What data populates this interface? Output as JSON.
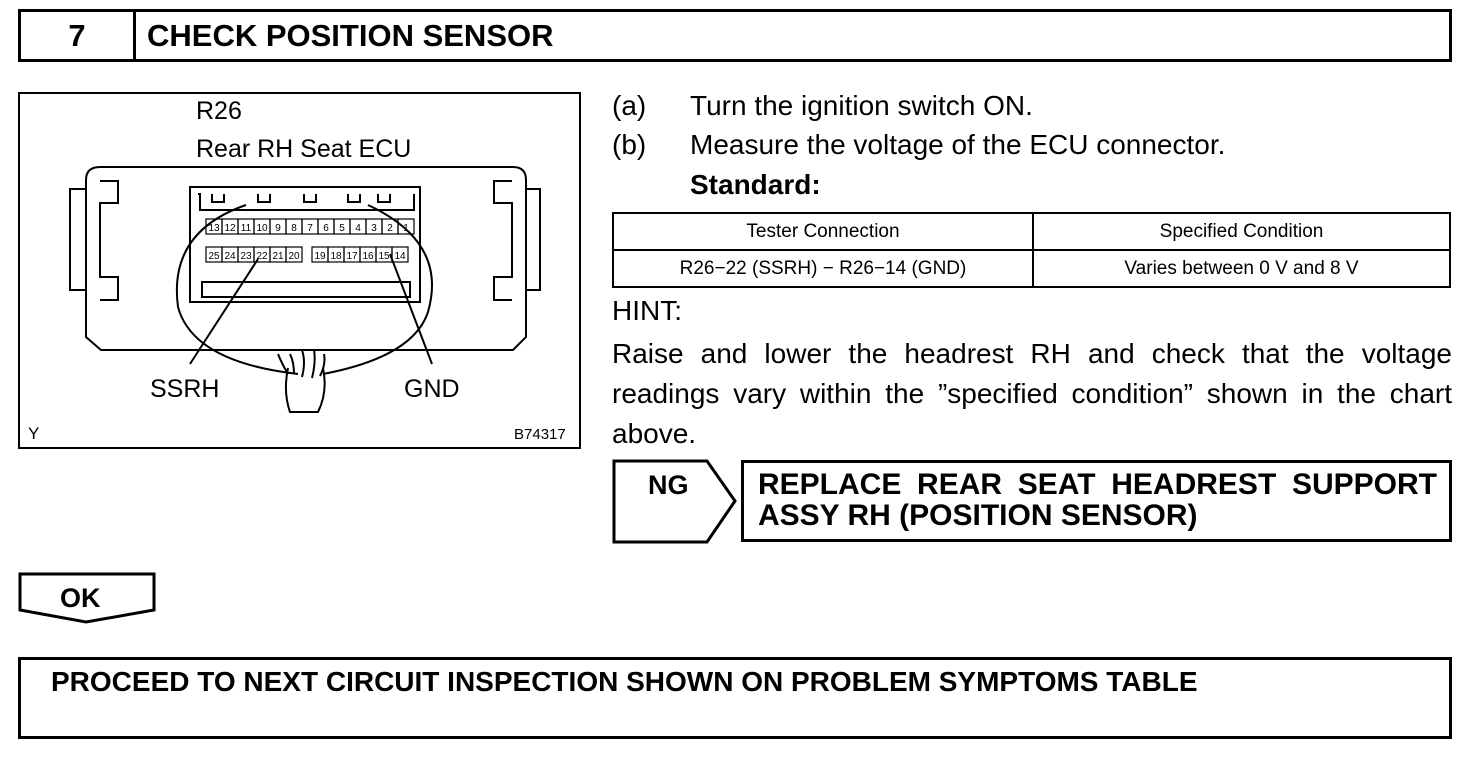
{
  "step": {
    "number": "7",
    "title": "CHECK POSITION SENSOR"
  },
  "diagram": {
    "connector_id": "R26",
    "connector_name": "Rear RH Seat ECU",
    "label_left": "SSRH",
    "label_right": "GND",
    "corner_left": "Y",
    "corner_right": "B74317",
    "pins_top": [
      "13",
      "12",
      "11",
      "10",
      "9",
      "8",
      "7",
      "6",
      "5",
      "4",
      "3",
      "2",
      "1"
    ],
    "pins_bottom": [
      "25",
      "24",
      "23",
      "22",
      "21",
      "20",
      "19",
      "18",
      "17",
      "16",
      "15",
      "14"
    ]
  },
  "instructions": [
    {
      "label": "(a)",
      "text": "Turn the ignition switch ON."
    },
    {
      "label": "(b)",
      "text": "Measure the voltage of the ECU connector."
    }
  ],
  "standard_label": "Standard:",
  "table": {
    "headers": [
      "Tester Connection",
      "Specified Condition"
    ],
    "rows": [
      [
        "R26−22 (SSRH) − R26−14 (GND)",
        "Varies between 0 V and 8 V"
      ]
    ]
  },
  "hint": {
    "label": "HINT:",
    "text": "Raise and lower the headrest RH and check that the voltage readings vary within the ”specified condition” shown in the chart above."
  },
  "ng": {
    "tag": "NG",
    "action": "REPLACE REAR SEAT HEADREST SUPPORT ASSY RH (POSITION SENSOR)"
  },
  "ok": {
    "tag": "OK"
  },
  "final": {
    "text": "PROCEED TO NEXT CIRCUIT INSPECTION SHOWN ON PROBLEM SYMPTOMS TABLE"
  }
}
